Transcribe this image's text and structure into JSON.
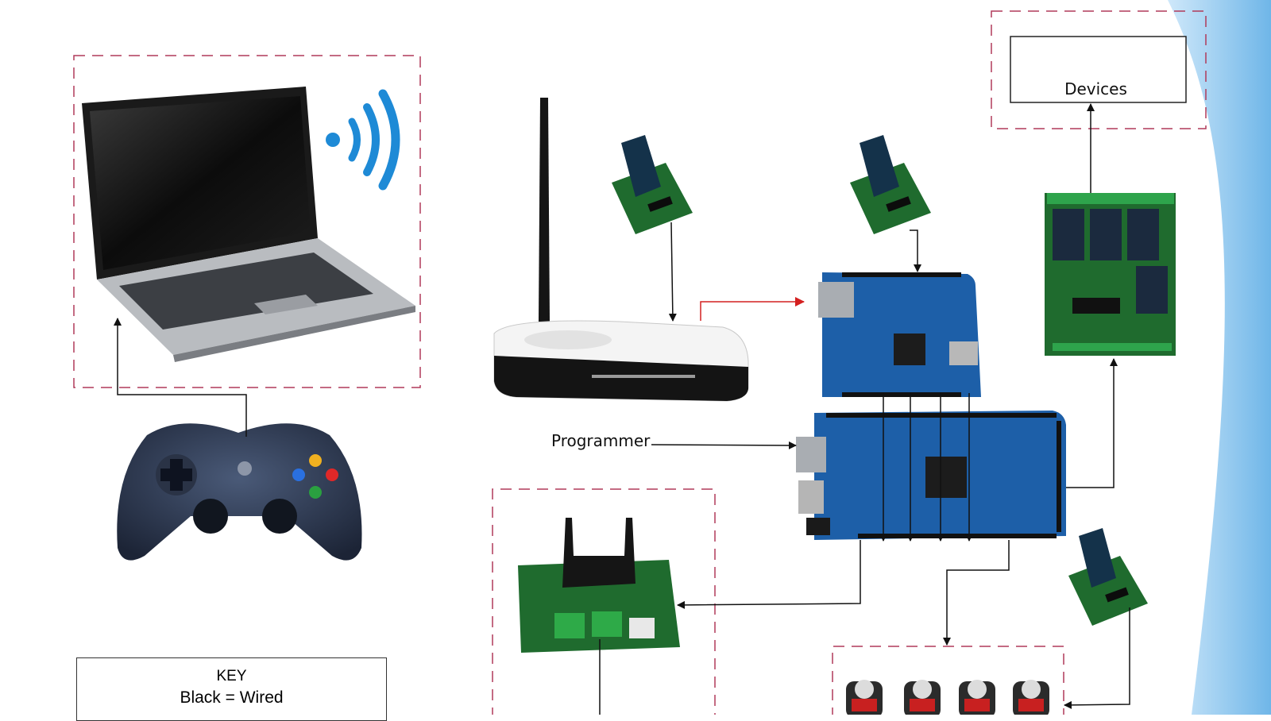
{
  "labels": {
    "devices": "Devices",
    "programmer": "Programmer"
  },
  "key": {
    "title": "KEY",
    "wired": "Black = Wired"
  },
  "colors": {
    "wired": "#111111",
    "wireless": "#d42020",
    "group_border": "#b03a5a",
    "pcb_green": "#1f6b2e",
    "arduino_blue": "#1d5fa8",
    "background_wave": "#8cc6ee"
  },
  "icons": [
    "laptop-icon",
    "wifi-signal-icon",
    "gamepad-icon",
    "wifi-router-icon",
    "sensor-module-icon",
    "arduino-ethernet-shield-icon",
    "arduino-mega-icon",
    "relay-board-icon",
    "motor-driver-icon",
    "servo-motor-icon"
  ]
}
